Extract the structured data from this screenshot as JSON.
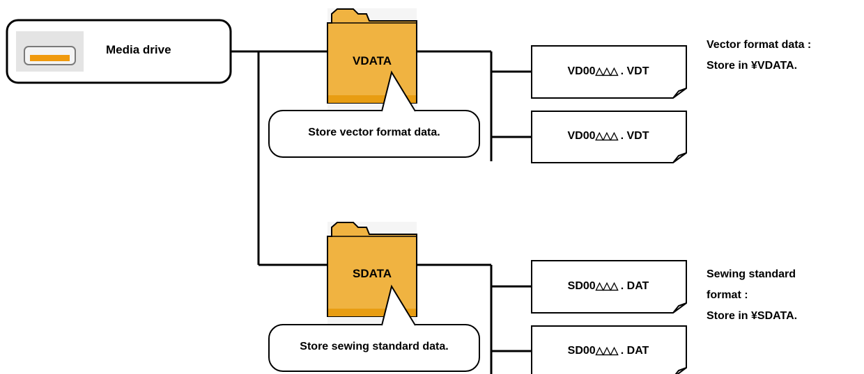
{
  "drive": {
    "label": "Media drive",
    "icon": "media-drive-icon"
  },
  "folders": [
    {
      "id": "vdata",
      "label": "VDATA",
      "callout": "Store vector format data."
    },
    {
      "id": "sdata",
      "label": "SDATA",
      "callout": "Store sewing standard data."
    }
  ],
  "files": {
    "vdata": [
      {
        "prefix": "VD00",
        "marks": "△△△",
        "suffix": " . VDT"
      },
      {
        "prefix": "VD00",
        "marks": "△△△",
        "suffix": " . VDT"
      }
    ],
    "sdata": [
      {
        "prefix": "SD00",
        "marks": "△△△",
        "suffix": " . DAT"
      },
      {
        "prefix": "SD00",
        "marks": "△△△",
        "suffix": " . DAT"
      }
    ]
  },
  "notes": {
    "vdata": [
      "Vector format data :",
      "Store in ¥VDATA."
    ],
    "sdata": [
      "Sewing standard",
      "format :",
      "Store in ¥SDATA."
    ]
  },
  "colors": {
    "folder_fill": "#f0b341",
    "folder_dark": "#e89d12",
    "drive_bg": "#e4e4e4",
    "drive_slot": "#f09a0e",
    "line": "#000000"
  }
}
